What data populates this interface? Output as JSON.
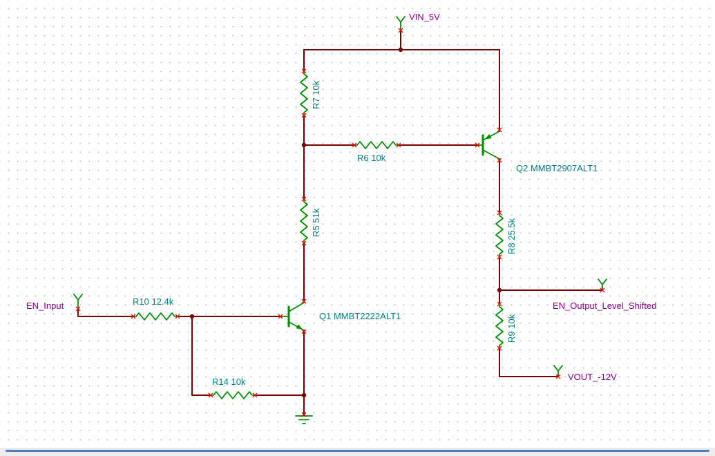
{
  "colors": {
    "wire": "#7a0000",
    "junction": "#7a0000",
    "symbol": "#009000",
    "pin_mark": "#f80000",
    "part_label": "#008080",
    "net_label": "#8a008a",
    "grid_dot": "#c4c4c4",
    "canvas_bg": "#ffffff",
    "sheet_edge": "#4a7ebb"
  },
  "nets": {
    "vin": "VIN_5V",
    "en_input": "EN_Input",
    "en_output": "EN_Output_Level_Shifted",
    "vout": "VOUT_-12V"
  },
  "parts": {
    "r7": {
      "ref": "R7",
      "value": "10k",
      "type": "resistor",
      "label": "R7 10k"
    },
    "r6": {
      "ref": "R6",
      "value": "10k",
      "type": "resistor",
      "label": "R6 10k"
    },
    "r5": {
      "ref": "R5",
      "value": "51k",
      "type": "resistor",
      "label": "R5 51k"
    },
    "r8": {
      "ref": "R8",
      "value": "25.5k",
      "type": "resistor",
      "label": "R8 25.5k"
    },
    "r9": {
      "ref": "R9",
      "value": "10k",
      "type": "resistor",
      "label": "R9 10k"
    },
    "r10": {
      "ref": "R10",
      "value": "12.4k",
      "type": "resistor",
      "label": "R10 12.4k"
    },
    "r14": {
      "ref": "R14",
      "value": "10k",
      "type": "resistor",
      "label": "R14 10k"
    },
    "q1": {
      "ref": "Q1",
      "value": "MMBT2222ALT1",
      "type": "npn-transistor",
      "label": "Q1 MMBT2222ALT1"
    },
    "q2": {
      "ref": "Q2",
      "value": "MMBT2907ALT1",
      "type": "pnp-transistor",
      "label": "Q2 MMBT2907ALT1"
    }
  }
}
